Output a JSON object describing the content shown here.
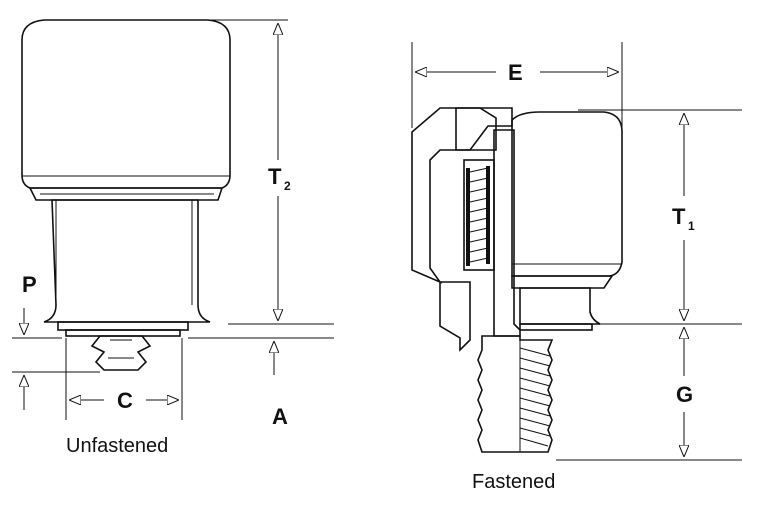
{
  "labels": {
    "t2_main": "T",
    "t2_sub": "2",
    "t1_main": "T",
    "t1_sub": "1",
    "e": "E",
    "p": "P",
    "c": "C",
    "a": "A",
    "g": "G"
  },
  "captions": {
    "unfastened": "Unfastened",
    "fastened": "Fastened"
  }
}
